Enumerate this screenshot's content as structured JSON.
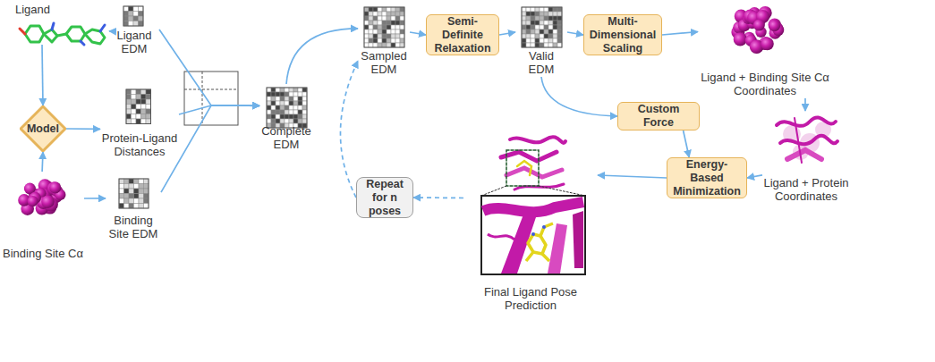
{
  "diagram": {
    "nodes": [
      {
        "text": [
          "Ligand"
        ]
      },
      {
        "text": [
          "Ligand EDM"
        ]
      },
      {
        "text": [
          "Model"
        ]
      },
      {
        "text": [
          "Protein-Ligand Distances"
        ]
      },
      {
        "text": [
          "Binding Site Cα"
        ]
      },
      {
        "text": [
          "Binding Site EDM"
        ]
      },
      {
        "text": [
          "Complete EDM"
        ]
      },
      {
        "text": [
          "Sampled EDM"
        ]
      },
      {
        "text": [
          "Semi-Definite Relaxation"
        ]
      },
      {
        "text": [
          "Valid EDM"
        ]
      },
      {
        "text": [
          "Multi-Dimensional Scaling"
        ]
      },
      {
        "text": [
          "Ligand + Binding Site Cα Coordinates"
        ]
      },
      {
        "text": [
          "Custom Force"
        ]
      },
      {
        "text": [
          "Energy-Based Minimization"
        ]
      },
      {
        "text": [
          "Ligand + Protein Coordinates"
        ]
      },
      {
        "text": [
          "Final Ligand Pose Prediction"
        ]
      },
      {
        "text": [
          "Repeat for n poses"
        ]
      }
    ],
    "edges": [
      {
        "from": 0,
        "to": 1,
        "arrow": "to"
      },
      {
        "from": 0,
        "to": 2,
        "arrow": "to"
      },
      {
        "from": 4,
        "to": 2,
        "arrow": "to"
      },
      {
        "from": 2,
        "to": 3,
        "arrow": "to"
      },
      {
        "from": 4,
        "to": 5,
        "arrow": "to"
      },
      {
        "from": 1,
        "to": 6,
        "arrow": "to"
      },
      {
        "from": 3,
        "to": 6,
        "arrow": "to"
      },
      {
        "from": 5,
        "to": 6,
        "arrow": "to"
      },
      {
        "from": 6,
        "to": 7,
        "arrow": "to"
      },
      {
        "from": 16,
        "to": 7,
        "arrow": "to"
      },
      {
        "from": 7,
        "to": 8,
        "arrow": "to"
      },
      {
        "from": 8,
        "to": 9,
        "arrow": "to"
      },
      {
        "from": 9,
        "to": 10,
        "arrow": "to"
      },
      {
        "from": 10,
        "to": 11,
        "arrow": "to"
      },
      {
        "from": 9,
        "to": 12,
        "arrow": "to"
      },
      {
        "from": 12,
        "to": 13,
        "arrow": "to"
      },
      {
        "from": 11,
        "to": 14,
        "arrow": "to"
      },
      {
        "from": 14,
        "to": 13,
        "arrow": "to"
      },
      {
        "from": 13,
        "to": 15,
        "arrow": "to"
      },
      {
        "from": 15,
        "to": 16,
        "arrow": "to"
      }
    ]
  }
}
